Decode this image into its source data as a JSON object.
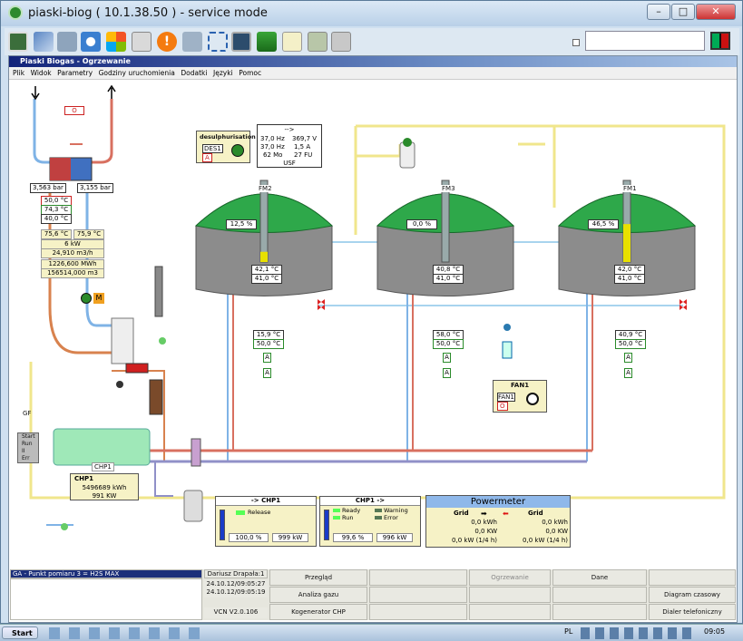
{
  "window": {
    "title": "piaski-biog ( 10.1.38.50 ) - service mode",
    "controls": [
      "–",
      "□",
      "✕"
    ]
  },
  "inner_window": {
    "title": "Piaski Biogas - Ogrzewanie"
  },
  "menu": [
    "Plik",
    "Widok",
    "Parametry",
    "Godziny uruchomienia",
    "Dodatki",
    "Języki",
    "Pomoc"
  ],
  "toolbar_icons": [
    "monitor-icon",
    "windows-icon",
    "tools-icon",
    "refresh-icon",
    "windows-flag-icon",
    "keyboard-icon",
    "alert-icon",
    "network-error-icon",
    "fullscreen-icon",
    "screen-icon",
    "download-icon",
    "notepad-icon",
    "map-icon",
    "chat-icon"
  ],
  "heating": {
    "valve_label": "O",
    "pressure_left": "3,563 bar",
    "pressure_right": "3,155 bar",
    "temps_left": [
      "50,0 °C",
      "74,3 °C",
      "40,0 °C"
    ],
    "supply_left": "75,6 °C",
    "supply_right": "75,9 °C",
    "power": "6 kW",
    "flow": "24,910 m3/h",
    "energy": "1226,600 MWh",
    "volume": "156514,000 m3",
    "pump_label": "M"
  },
  "desulph": {
    "title": "desulphurisation",
    "id": "DES1",
    "state": "A"
  },
  "usf": {
    "arrow": "-->",
    "rows": [
      [
        "37,0 Hz",
        "369,7 V"
      ],
      [
        "37,0 Hz",
        "1,5 A"
      ],
      [
        "62 Mo",
        "27 FU"
      ]
    ],
    "footer": "USF"
  },
  "tanks": [
    {
      "name": "FM2",
      "fill": "12,5 %",
      "fill_level": 0.125,
      "t_top": "42,1 °C",
      "t_bottom": "41,0 °C",
      "pipe_top": "15,9 °C",
      "pipe_bottom": "50,0 °C"
    },
    {
      "name": "FM3",
      "fill": "0,0 %",
      "fill_level": 0.0,
      "t_top": "40,8 °C",
      "t_bottom": "41,0 °C",
      "pipe_top": "58,0 °C",
      "pipe_bottom": "50,0 °C"
    },
    {
      "name": "FM1",
      "fill": "46,5 %",
      "fill_level": 0.465,
      "t_top": "42,0 °C",
      "t_bottom": "41,0 °C",
      "pipe_top": "40,9 °C",
      "pipe_bottom": "50,0 °C"
    }
  ],
  "valve_state": "A",
  "fan": {
    "title": "FAN1",
    "id": "FAN1",
    "state": "O"
  },
  "chp": {
    "name": "CHP1",
    "energy": "5496689 kWh",
    "power": "991 KW",
    "status_lamps": [
      "Start",
      "Run",
      "II",
      "Err"
    ],
    "gf_label": "GF"
  },
  "chp_in": {
    "title": "-> CHP1",
    "release": "Release",
    "percent": "100,0 %",
    "power": "999 kW",
    "bar_level": 1.0
  },
  "chp_out": {
    "title": "CHP1 ->",
    "ready": "Ready",
    "run": "Run",
    "warning": "Warning",
    "error": "Error",
    "percent": "99,6 %",
    "power": "996 kW",
    "bar_level": 0.996
  },
  "powermeter": {
    "title": "Powermeter",
    "col1": "Grid",
    "col2": "Grid",
    "rows": [
      [
        "0,0 kWh",
        "0,0 kWh"
      ],
      [
        "0,0 KW",
        "0,0 KW"
      ],
      [
        "0,0 kW (1/4 h)",
        "0,0 kW (1/4 h)"
      ]
    ]
  },
  "bottom": {
    "alarm": "GA - Punkt pomiaru 3 = H2S MAX",
    "user": "Dariusz Drapała:1",
    "time1": "24.10.12/09:05:27",
    "time2": "24.10.12/09:05:19",
    "version": "VCN V2.0.106",
    "buttons": [
      "Przegląd",
      "Ogrzewanie",
      "Dane",
      "Analiza gazu",
      "Diagram czasowy",
      "Kogenerator CHP",
      "Dialer telefoniczny alarmowy"
    ]
  },
  "taskbar": {
    "start": "Start",
    "lang": "PL",
    "clock": "09:05"
  }
}
